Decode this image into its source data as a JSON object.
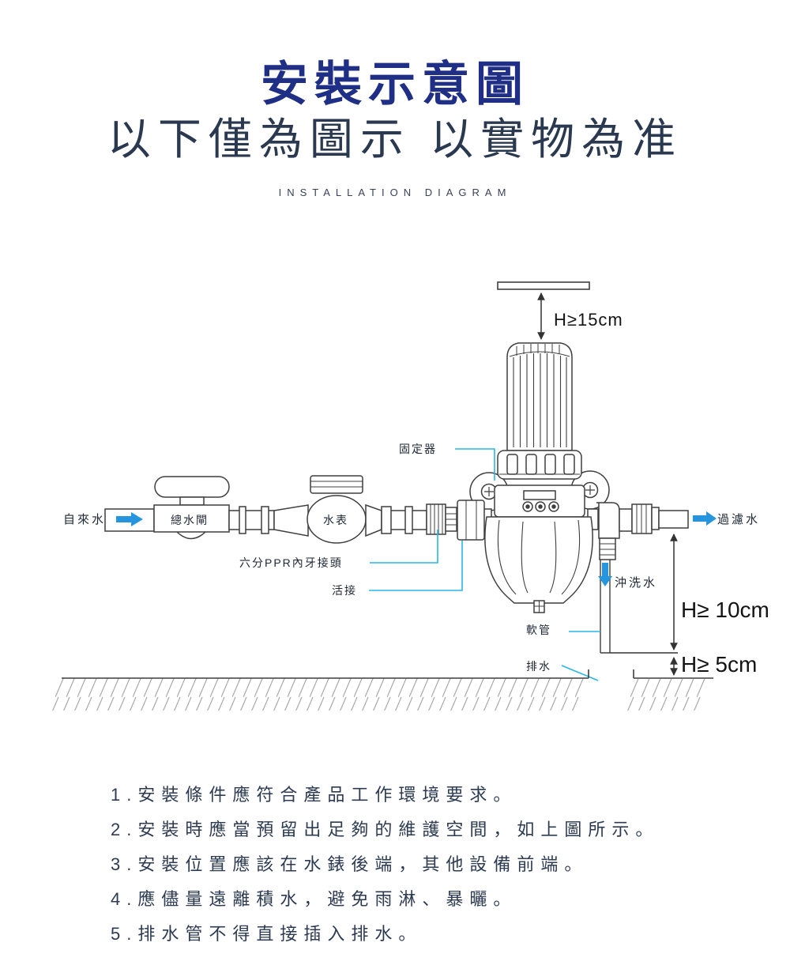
{
  "header": {
    "title": "安裝示意圖",
    "subtitle": "以下僅為圖示 以實物為准",
    "caption": "INSTALLATION DIAGRAM"
  },
  "diagram": {
    "flow_in_label": "自來水",
    "main_valve_label": "總水閘",
    "water_meter_label": "水表",
    "ppr_connector_label": "六分PPR內牙接頭",
    "union_label": "活接",
    "fixer_label": "固定器",
    "flow_out_label": "過濾水",
    "flush_label": "沖洗水",
    "hose_label": "軟管",
    "drain_label": "排水",
    "clearance_top": "H≥15cm",
    "clearance_mid": "H≥ 10cm",
    "clearance_low": "H≥ 5cm",
    "colors": {
      "leader": "#29b7ea",
      "flow_arrow": "#2596dd",
      "line": "#3f3f3f"
    }
  },
  "notes": [
    "1.安裝條件應符合產品工作環境要求。",
    "2.安裝時應當預留出足夠的維護空間，如上圖所示。",
    "3.安裝位置應該在水錶後端，其他設備前端。",
    "4.應儘量遠離積水，避免雨淋、暴曬。",
    "5.排水管不得直接插入排水。"
  ]
}
